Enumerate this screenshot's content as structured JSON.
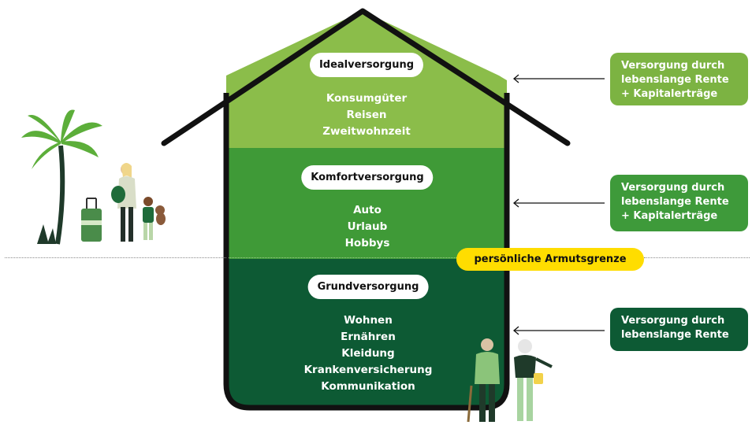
{
  "colors": {
    "ideal": "#8bbd4a",
    "comfort": "#3f9a37",
    "basic": "#0d5a34",
    "outline": "#111111",
    "poverty_line": "#ffdd00",
    "box_light": "#7cb342",
    "box_mid": "#3e9a3a",
    "box_dark": "#0d5a34"
  },
  "sections": {
    "ideal": {
      "title": "Idealversorgung",
      "items": [
        "Konsumgüter",
        "Reisen",
        "Zweitwohnzeit"
      ]
    },
    "comfort": {
      "title": "Komfortversorgung",
      "items": [
        "Auto",
        "Urlaub",
        "Hobbys"
      ]
    },
    "basic": {
      "title": "Grundversorgung",
      "items": [
        "Wohnen",
        "Ernähren",
        "Kleidung",
        "Krankenversicherung",
        "Kommunikation"
      ]
    }
  },
  "poverty_line_label": "persönliche Armutsgrenze",
  "side_boxes": {
    "top": [
      "Versorgung durch",
      "lebenslange Rente",
      "+ Kapitalerträge"
    ],
    "middle": [
      "Versorgung durch",
      "lebenslange Rente",
      "+ Kapitalerträge"
    ],
    "bottom": [
      "Versorgung durch",
      "lebenslange Rente"
    ]
  },
  "illustrations": {
    "left": "palm-tree-family-travel-icon",
    "right": "elderly-couple-icon"
  }
}
